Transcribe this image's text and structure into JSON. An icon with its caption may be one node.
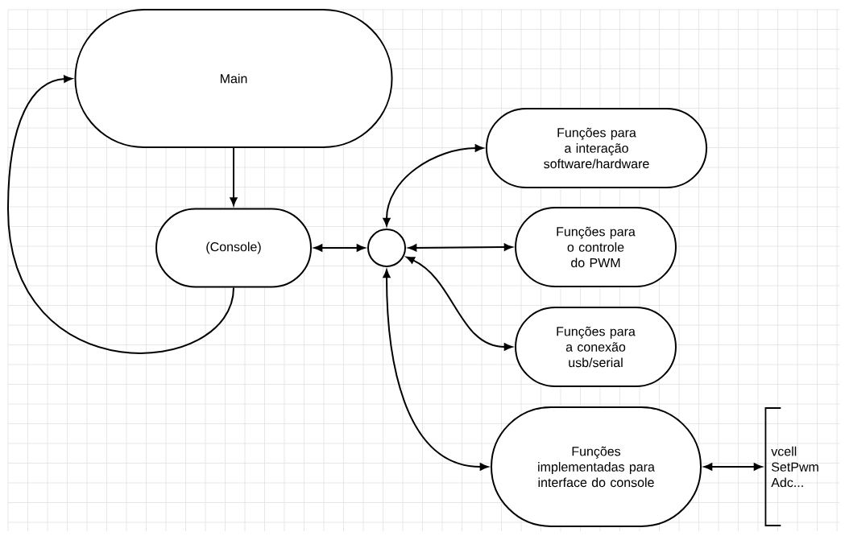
{
  "diagram": {
    "nodes": [
      {
        "text": [
          "Main"
        ]
      },
      {
        "text": [
          "(Console)"
        ]
      },
      {
        "text": [],
        "shape": "circle"
      },
      {
        "text": [
          "Funções para a interação software/hardware"
        ]
      },
      {
        "text": [
          "Funções para o controle do PWM"
        ]
      },
      {
        "text": [
          "Funções para a conexão usb/serial"
        ]
      },
      {
        "text": [
          "Funções implementadas para interface do console"
        ]
      },
      {
        "text": [
          "vcell SetPwm Adc..."
        ]
      }
    ],
    "edges": [
      {
        "from": 0,
        "to": 1,
        "arrow": "to"
      },
      {
        "from": 1,
        "to": 0,
        "arrow": "to"
      },
      {
        "from": 1,
        "to": 2,
        "arrow": "both"
      },
      {
        "from": 2,
        "to": 3,
        "arrow": "both"
      },
      {
        "from": 2,
        "to": 4,
        "arrow": "both"
      },
      {
        "from": 2,
        "to": 5,
        "arrow": "both"
      },
      {
        "from": 2,
        "to": 6,
        "arrow": "both"
      },
      {
        "from": 6,
        "to": 7,
        "arrow": "both"
      }
    ]
  }
}
